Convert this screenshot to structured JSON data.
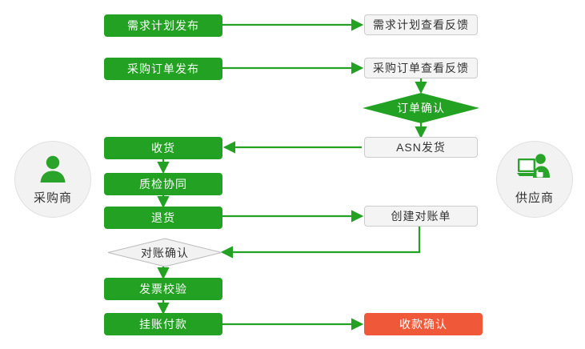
{
  "diagram": {
    "title_present": false,
    "colors": {
      "green": "#22a122",
      "orange": "#ef5839",
      "box_gray_fill": "#f4f4f4",
      "box_gray_border": "#cccccc",
      "circle_fill": "#f2f2f2",
      "circle_border": "#e0e0e0",
      "arrow": "#22a122",
      "diamond_gray_fill": "#f2f2f2",
      "diamond_gray_border": "#bbbbbb",
      "text_dark": "#333333",
      "text_light": "#ffffff"
    },
    "actors": [
      {
        "id": "buyer",
        "label": "采购商",
        "icon": "person-icon"
      },
      {
        "id": "supplier",
        "label": "供应商",
        "icon": "person-at-computer-icon"
      }
    ],
    "buyer_nodes": [
      {
        "id": "demand-plan-publish",
        "label": "需求计划发布",
        "style": "green"
      },
      {
        "id": "purchase-order-publish",
        "label": "采购订单发布",
        "style": "green"
      },
      {
        "id": "receive-goods",
        "label": "收货",
        "style": "green"
      },
      {
        "id": "quality-collaboration",
        "label": "质检协同",
        "style": "green"
      },
      {
        "id": "return-goods",
        "label": "退货",
        "style": "green"
      },
      {
        "id": "reconcile-confirm",
        "label": "对账确认",
        "style": "diamond-gray"
      },
      {
        "id": "invoice-verify",
        "label": "发票校验",
        "style": "green"
      },
      {
        "id": "accrue-payment",
        "label": "挂账付款",
        "style": "green"
      }
    ],
    "supplier_nodes": [
      {
        "id": "demand-plan-view-feedback",
        "label": "需求计划查看反馈",
        "style": "white"
      },
      {
        "id": "purchase-order-view-feedback",
        "label": "采购订单查看反馈",
        "style": "white"
      },
      {
        "id": "order-confirm",
        "label": "订单确认",
        "style": "diamond-green"
      },
      {
        "id": "asn-shipment",
        "label": "ASN发货",
        "style": "white"
      },
      {
        "id": "create-reconcile-statement",
        "label": "创建对账单",
        "style": "white"
      },
      {
        "id": "receipt-confirm",
        "label": "收款确认",
        "style": "orange"
      }
    ],
    "connections": [
      {
        "from": "demand-plan-publish",
        "to": "demand-plan-view-feedback",
        "direction": "right"
      },
      {
        "from": "purchase-order-publish",
        "to": "purchase-order-view-feedback",
        "direction": "right"
      },
      {
        "from": "purchase-order-view-feedback",
        "to": "order-confirm",
        "direction": "down"
      },
      {
        "from": "order-confirm",
        "to": "asn-shipment",
        "direction": "down"
      },
      {
        "from": "asn-shipment",
        "to": "receive-goods",
        "direction": "left"
      },
      {
        "from": "receive-goods",
        "to": "quality-collaboration",
        "direction": "down"
      },
      {
        "from": "quality-collaboration",
        "to": "return-goods",
        "direction": "down"
      },
      {
        "from": "return-goods",
        "to": "create-reconcile-statement",
        "direction": "right"
      },
      {
        "from": "create-reconcile-statement",
        "to": "reconcile-confirm",
        "direction": "down-left"
      },
      {
        "from": "reconcile-confirm",
        "to": "invoice-verify",
        "direction": "down"
      },
      {
        "from": "invoice-verify",
        "to": "accrue-payment",
        "direction": "down"
      },
      {
        "from": "accrue-payment",
        "to": "receipt-confirm",
        "direction": "right"
      }
    ]
  }
}
